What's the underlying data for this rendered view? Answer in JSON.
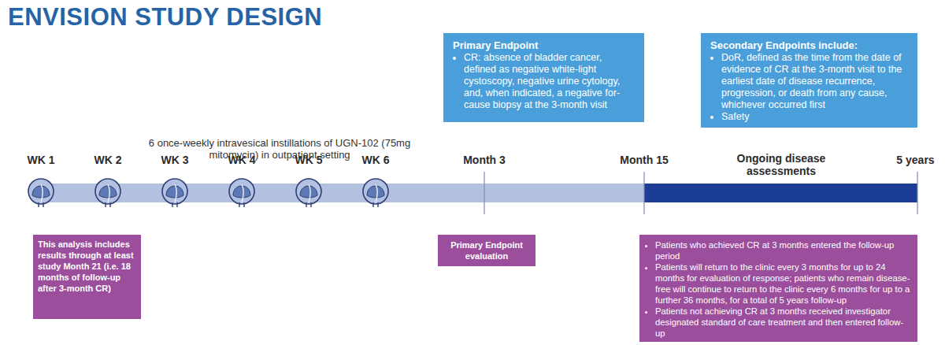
{
  "diagram": {
    "title": "ENVISION STUDY DESIGN",
    "nodes": [
      {
        "text": [
          "Primary Endpoint",
          "CR: absence of bladder cancer, defined as negative white-light cystoscopy, negative urine cytology, and, when indicated, a negative for-cause biopsy at the 3-month visit"
        ]
      },
      {
        "text": [
          "Secondary Endpoints include:",
          "DoR, defined as the time from the date of evidence of CR at the 3-month visit to the earliest date of disease recurrence, progression, or death from any cause, whichever occurred first",
          "Safety"
        ]
      },
      {
        "text": [
          "This analysis includes results through at least study Month 21 (i.e. 18 months of follow-up after 3-month CR)"
        ]
      },
      {
        "text": [
          "Primary Endpoint evaluation"
        ]
      },
      {
        "text": [
          "Patients who achieved CR at 3 months entered the follow-up period",
          "Patients will return to the clinic every 3 months for up to 24 months for evaluation of response; patients who remain disease-free will continue to return to the clinic every 6 months for up to a further 36 months, for a total of 5 years follow-up",
          "Patients not achieving CR at 3 months received investigator designated standard of care treatment and then entered follow-up"
        ]
      }
    ],
    "labels": [
      "6 once-weekly intravesical instillations of UGN-102 (75mg mitomycin) in outpatient setting",
      "WK 1",
      "WK 2",
      "WK 3",
      "WK 4",
      "WK 5",
      "WK 6",
      "Month 3",
      "Month 15",
      "Ongoing disease assessments",
      "5 years"
    ]
  }
}
